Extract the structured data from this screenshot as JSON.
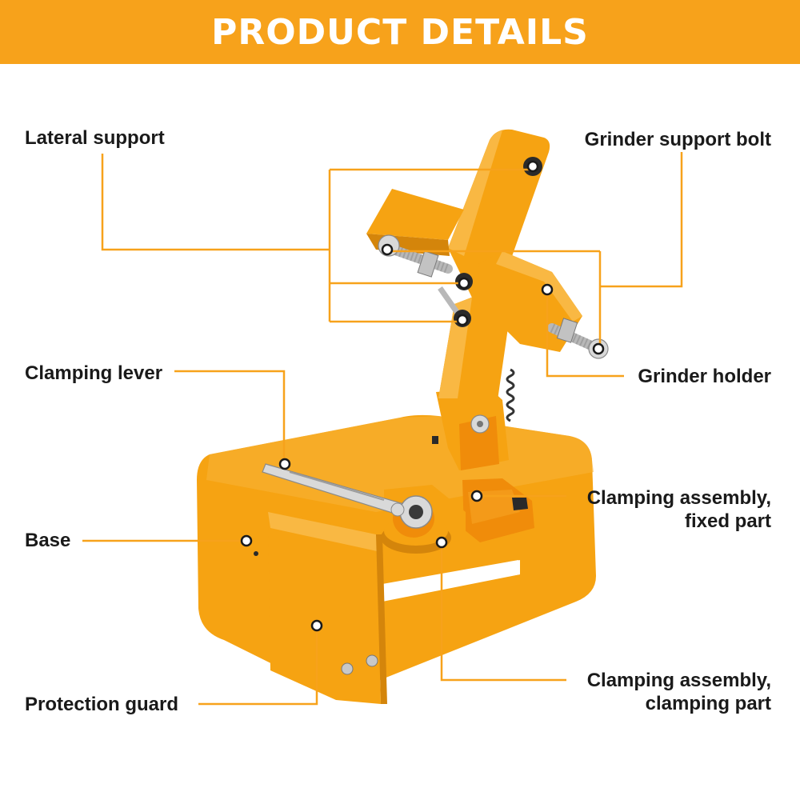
{
  "header": {
    "title": "PRODUCT DETAILS"
  },
  "colors": {
    "accent": "#f7a21b",
    "body": "#f6a312",
    "shade": "#d4850b",
    "text": "#1a1a1a",
    "leader": "#f7a21b"
  },
  "callouts": {
    "lateral_support": "Lateral support",
    "grinder_support_bolt": "Grinder support bolt",
    "clamping_lever": "Clamping lever",
    "grinder_holder": "Grinder holder",
    "clamping_fixed_line1": "Clamping assembly,",
    "clamping_fixed_line2": "fixed part",
    "base": "Base",
    "clamping_part_line1": "Clamping assembly,",
    "clamping_part_line2": "clamping part",
    "protection_guard": "Protection guard"
  }
}
